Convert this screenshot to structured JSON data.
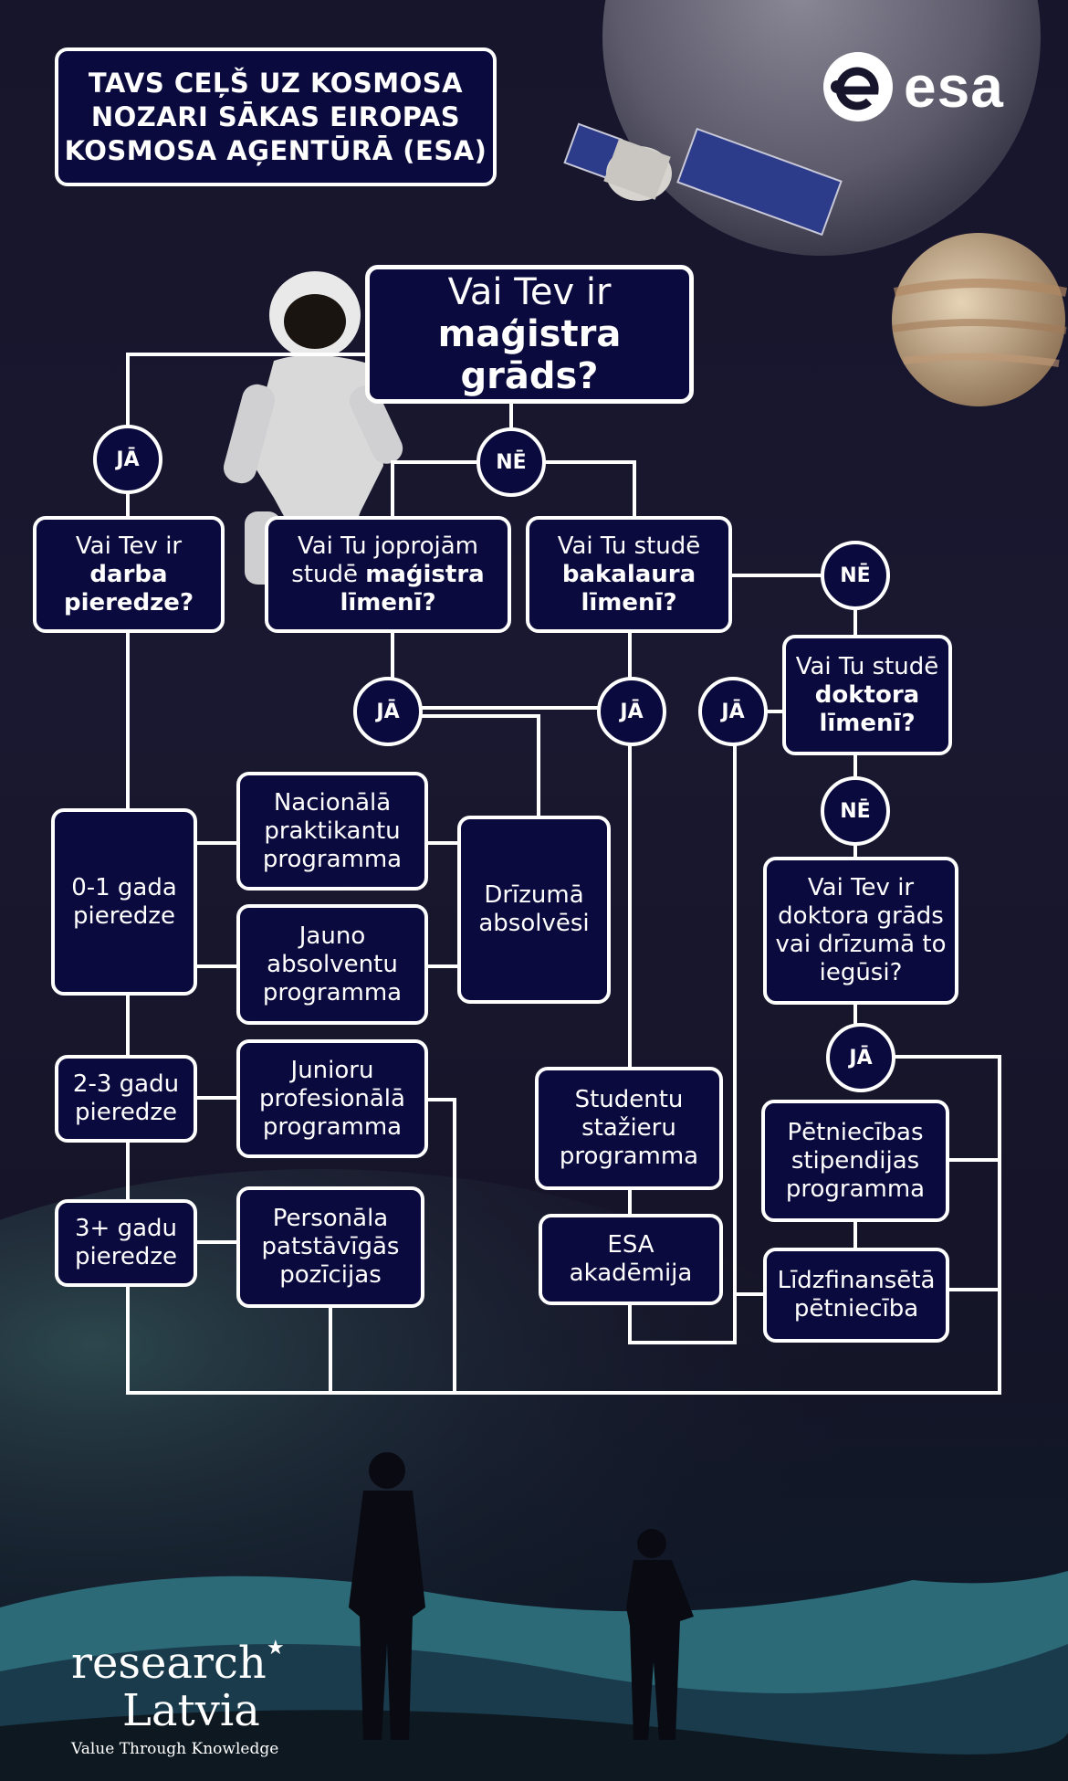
{
  "header": {
    "title_lines": [
      "TAVS CEĻŠ UZ KOSMOSA",
      "NOZARI SĀKAS EIROPAS",
      "KOSMOSA AĢENTŪRĀ (ESA)"
    ],
    "logo_text": "esa"
  },
  "flow": {
    "root": {
      "line1": "Vai Tev ir",
      "line2": "maģistra grāds?"
    },
    "ja_label": "JĀ",
    "ne_label": "NĒ",
    "work_exp": {
      "line1": "Vai Tev ir",
      "line2": "darba",
      "line3": "pieredze?"
    },
    "masters_study": {
      "line1": "Vai Tu joprojām",
      "line2a": "studē ",
      "line2b": "maģistra",
      "line3": "līmenī?"
    },
    "bachelor_study": {
      "line1": "Vai Tu studē",
      "line2": "bakalaura",
      "line3": "līmenī?"
    },
    "doctor_study": {
      "line1": "Vai Tu studē",
      "line2": "doktora",
      "line3": "līmenī?"
    },
    "doctor_degree": {
      "lines": [
        "Vai Tev ir",
        "doktora grāds",
        "vai drīzumā to",
        "iegūsi?"
      ]
    },
    "exp_0_1": {
      "lines": [
        "0-1 gada",
        "pieredze"
      ]
    },
    "exp_2_3": {
      "lines": [
        "2-3 gadu",
        "pieredze"
      ]
    },
    "exp_3plus": {
      "lines": [
        "3+ gadu",
        "pieredze"
      ]
    },
    "national_trainee": {
      "lines": [
        "Nacionālā",
        "praktikantu",
        "programma"
      ]
    },
    "young_graduate": {
      "lines": [
        "Jauno",
        "absolventu",
        "programma"
      ]
    },
    "graduates_soon": {
      "lines": [
        "Drīzumā",
        "absolvēsi"
      ]
    },
    "junior_prof": {
      "lines": [
        "Junioru",
        "profesionālā",
        "programma"
      ]
    },
    "staff_positions": {
      "lines": [
        "Personāla",
        "patstāvīgās",
        "pozīcijas"
      ]
    },
    "student_intern": {
      "lines": [
        "Studentu",
        "stažieru",
        "programma"
      ]
    },
    "esa_academy": {
      "lines": [
        "ESA",
        "akadēmija"
      ]
    },
    "research_fellowship": {
      "lines": [
        "Pētniecības",
        "stipendijas",
        "programma"
      ]
    },
    "cofunded_research": {
      "lines": [
        "Līdzfinansētā",
        "pētniecība"
      ]
    }
  },
  "footer": {
    "brand_line1": "research",
    "brand_line2": "Latvia",
    "tagline": "Value Through Knowledge"
  }
}
